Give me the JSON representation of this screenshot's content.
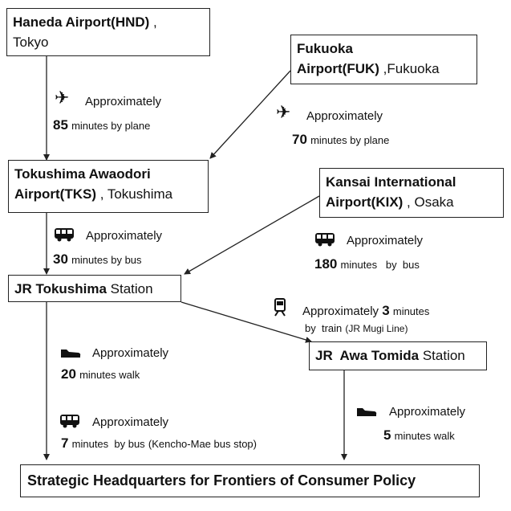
{
  "locations": {
    "haneda": {
      "name": "Haneda Airport(HND)",
      "sep": " ,",
      "city": "Tokyo"
    },
    "fukuoka": {
      "name_line1": "Fukuoka",
      "name_line2": "Airport(FUK)",
      "city": " ,Fukuoka"
    },
    "tokushima_airport": {
      "name_line1": "Tokushima Awaodori",
      "name_line2": "Airport(TKS)",
      "city": " , Tokushima"
    },
    "kansai": {
      "name_line1": "Kansai International",
      "name_line2": "Airport(KIX)",
      "city": " , Osaka"
    },
    "jr_tokushima": {
      "name": "JR Tokushima",
      "suffix": " Station"
    },
    "awa_tomida": {
      "name": "JR  Awa Tomida",
      "suffix": " Station"
    },
    "destination": {
      "name": "Strategic Headquarters for Frontiers of Consumer Policy"
    }
  },
  "routes": {
    "haneda_to_tks": {
      "icon": "airplane-icon",
      "glyph": "✈",
      "label": "Approximately",
      "number": "85",
      "unit": "minutes by  plane"
    },
    "fukuoka_to_tks": {
      "icon": "airplane-icon",
      "glyph": "✈",
      "label": "Approximately",
      "number": "70",
      "unit": "minutes by  plane"
    },
    "tks_to_jr": {
      "icon": "bus-icon",
      "label": "Approximately",
      "number": "30",
      "unit": "minutes by  bus"
    },
    "kix_to_jr": {
      "icon": "bus-icon",
      "label": "Approximately",
      "number": "180",
      "unit": "minutes   by  bus"
    },
    "jr_to_tomida": {
      "icon": "train-icon",
      "label": "Approximately",
      "number": "3",
      "unit_after": "minutes",
      "by": "by  train",
      "line": "(JR Mugi Line)"
    },
    "jr_walk": {
      "icon": "shoe-icon",
      "label": "Approximately",
      "number": "20",
      "unit": "minutes walk"
    },
    "jr_bus": {
      "icon": "bus-icon",
      "label": "Approximately",
      "number": "7",
      "unit": "minutes  by bus",
      "stop": "(Kencho-Mae bus stop)"
    },
    "tomida_walk": {
      "icon": "shoe-icon",
      "label": "Approximately",
      "number": "5",
      "unit": "minutes walk"
    }
  }
}
